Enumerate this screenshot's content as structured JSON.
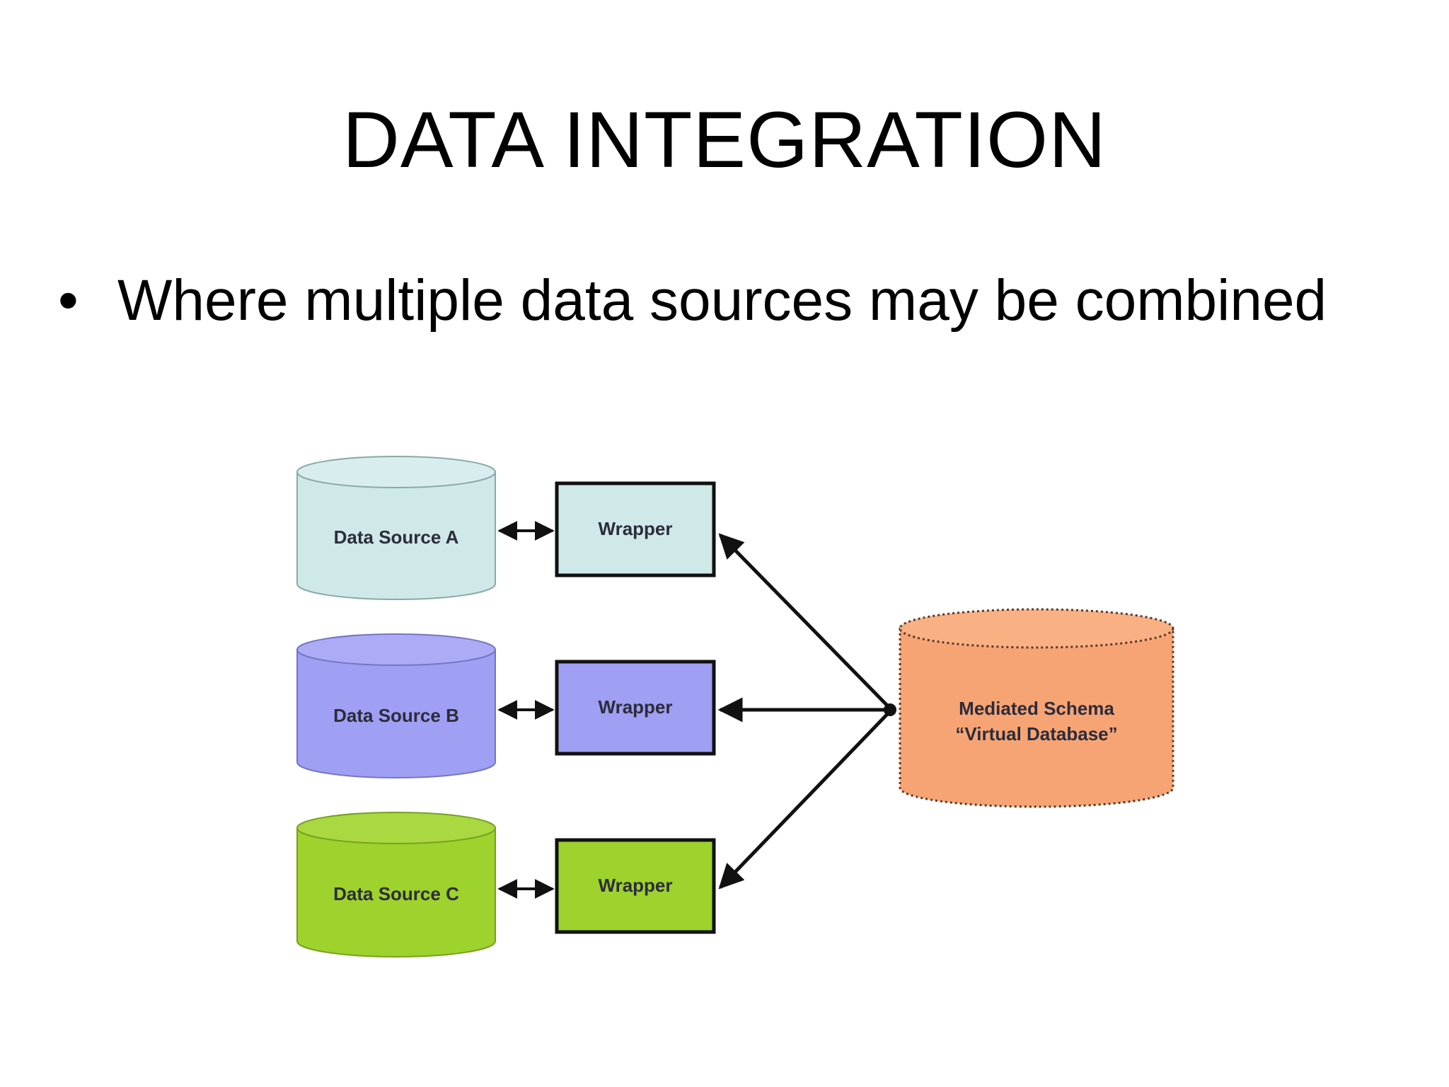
{
  "slide": {
    "title": "DATA INTEGRATION",
    "bullet_marker": "•",
    "bullet_text": "Where multiple data sources may be combined"
  },
  "diagram": {
    "sources": [
      {
        "label": "Data Source A",
        "color": "#cfe8e8"
      },
      {
        "label": "Data Source B",
        "color": "#9f9ff4"
      },
      {
        "label": "Data Source C",
        "color": "#9ed22c"
      }
    ],
    "wrappers": [
      {
        "label": "Wrapper",
        "color": "#cfe8e8"
      },
      {
        "label": "Wrapper",
        "color": "#9f9ff4"
      },
      {
        "label": "Wrapper",
        "color": "#9ed22c"
      }
    ],
    "mediated": {
      "line1": "Mediated Schema",
      "line2": "“Virtual Database”",
      "color": "#f7a474"
    }
  }
}
